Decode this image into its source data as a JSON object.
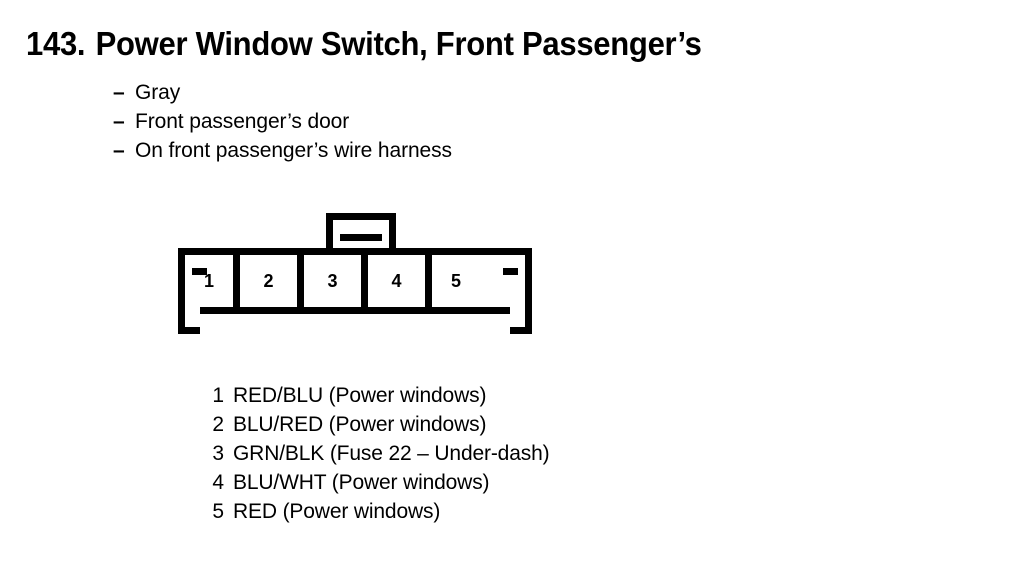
{
  "title": {
    "number": "143.",
    "name": "Power Window Switch, Front Passenger’s"
  },
  "attributes": [
    {
      "dash": "–",
      "text": "Gray"
    },
    {
      "dash": "–",
      "text": "Front passenger’s door"
    },
    {
      "dash": "–",
      "text": "On front passenger’s wire harness"
    }
  ],
  "connector": {
    "cavities": [
      {
        "number": "1"
      },
      {
        "number": "2"
      },
      {
        "number": "3"
      },
      {
        "number": "4"
      },
      {
        "number": "5"
      }
    ]
  },
  "pin_list": [
    {
      "number": "1",
      "description": "RED/BLU (Power windows)"
    },
    {
      "number": "2",
      "description": "BLU/RED (Power windows)"
    },
    {
      "number": "3",
      "description": "GRN/BLK (Fuse 22 – Under-dash)"
    },
    {
      "number": "4",
      "description": "BLU/WHT (Power windows)"
    },
    {
      "number": "5",
      "description": "RED (Power windows)"
    }
  ],
  "colors": {
    "ink": "#000000",
    "background": "#ffffff"
  }
}
